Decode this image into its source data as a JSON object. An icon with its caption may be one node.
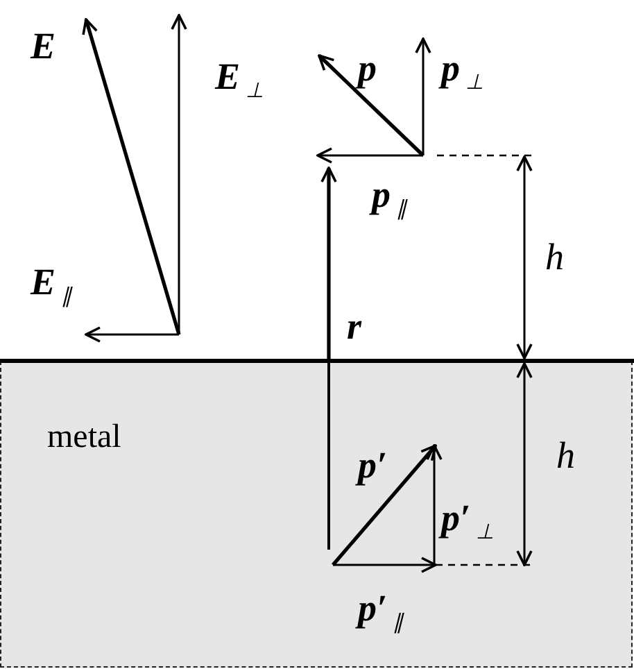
{
  "diagram": {
    "nodes": [
      {
        "text": [
          "metal"
        ]
      }
    ],
    "labels": [
      "E",
      "E$_{⊥}$",
      "p",
      "p$_{⊥}$",
      "p$_{∥}$",
      "h",
      "E$_{∥}$",
      "r",
      "p′",
      "h",
      "p′$_{⊥}$",
      "p′$_{∥}$"
    ]
  }
}
